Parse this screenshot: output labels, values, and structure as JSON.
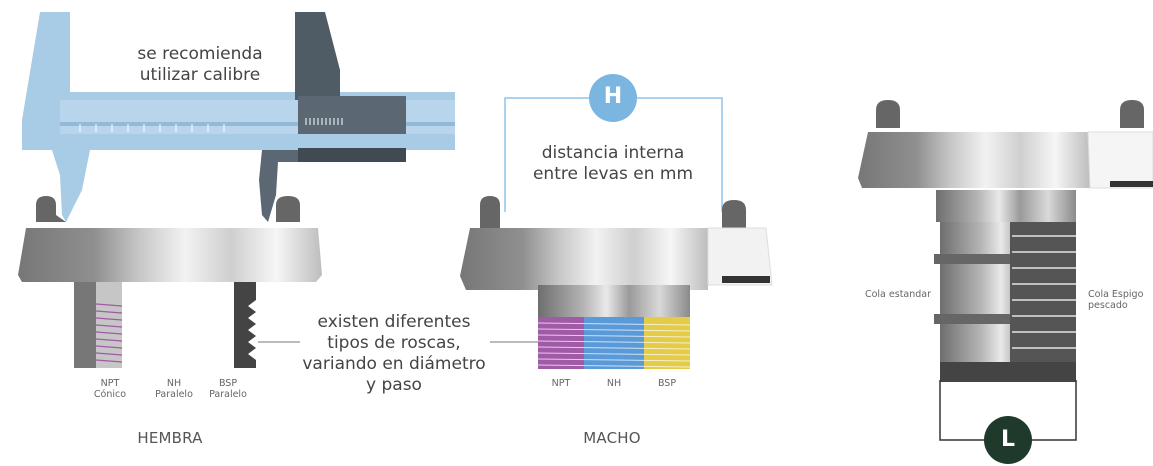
{
  "caliper_note": [
    "se recomienda",
    "utilizar calibre"
  ],
  "h_badge": "H",
  "h_desc": [
    "distancia interna",
    "entre levas en mm"
  ],
  "thread_note": [
    "existen diferentes",
    "tipos de roscas,",
    "variando en diámetro",
    "y paso"
  ],
  "hembra": {
    "title": "HEMBRA",
    "threads": [
      {
        "name": "NPT",
        "desc": "Cónico"
      },
      {
        "name": "NH",
        "desc": "Paralelo"
      },
      {
        "name": "BSP",
        "desc": "Paralelo"
      }
    ]
  },
  "macho": {
    "title": "MACHO",
    "threads": [
      "NPT",
      "NH",
      "BSP"
    ]
  },
  "tail": {
    "left_label": "Cola estandar",
    "right_label": [
      "Cola Espigo",
      "pescado"
    ],
    "l_badge": "L"
  },
  "colors": {
    "caliper": "#a8cbe6",
    "caliper_dark": "#4f5c66",
    "badge_h": "#7ab6e0",
    "badge_l": "#1f3a2a",
    "npt": "#a05aa6",
    "nh": "#5a9ad8",
    "bsp": "#e4cc48",
    "h_box": "#8fc3e8"
  }
}
